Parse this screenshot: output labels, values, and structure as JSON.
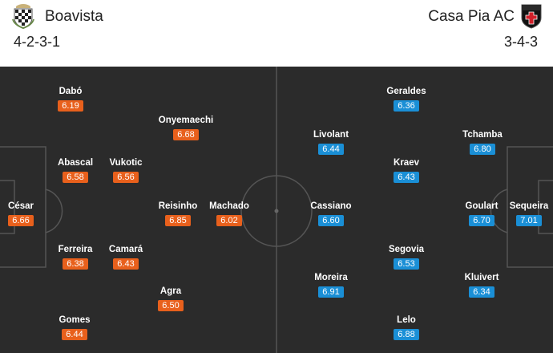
{
  "home": {
    "name": "Boavista",
    "formation": "4-2-3-1",
    "badge_icon": "boavista-crest-icon",
    "rating_color": "#e8601c",
    "players": [
      {
        "name": "Dabó",
        "rating": "6.19"
      },
      {
        "name": "Onyemaechi",
        "rating": "6.68"
      },
      {
        "name": "Abascal",
        "rating": "6.58"
      },
      {
        "name": "Vukotic",
        "rating": "6.56"
      },
      {
        "name": "César",
        "rating": "6.66"
      },
      {
        "name": "Reisinho",
        "rating": "6.85"
      },
      {
        "name": "Machado",
        "rating": "6.02"
      },
      {
        "name": "Ferreira",
        "rating": "6.38"
      },
      {
        "name": "Camará",
        "rating": "6.43"
      },
      {
        "name": "Agra",
        "rating": "6.50"
      },
      {
        "name": "Gomes",
        "rating": "6.44"
      }
    ]
  },
  "away": {
    "name": "Casa Pia AC",
    "formation": "3-4-3",
    "badge_icon": "casa-pia-crest-icon",
    "rating_color": "#1a8fd6",
    "players": [
      {
        "name": "Geraldes",
        "rating": "6.36"
      },
      {
        "name": "Livolant",
        "rating": "6.44"
      },
      {
        "name": "Tchamba",
        "rating": "6.80"
      },
      {
        "name": "Kraev",
        "rating": "6.43"
      },
      {
        "name": "Cassiano",
        "rating": "6.60"
      },
      {
        "name": "Goulart",
        "rating": "6.70"
      },
      {
        "name": "Sequeira",
        "rating": "7.01"
      },
      {
        "name": "Segovia",
        "rating": "6.53"
      },
      {
        "name": "Moreira",
        "rating": "6.91"
      },
      {
        "name": "Kluivert",
        "rating": "6.34"
      },
      {
        "name": "Lelo",
        "rating": "6.88"
      }
    ]
  }
}
